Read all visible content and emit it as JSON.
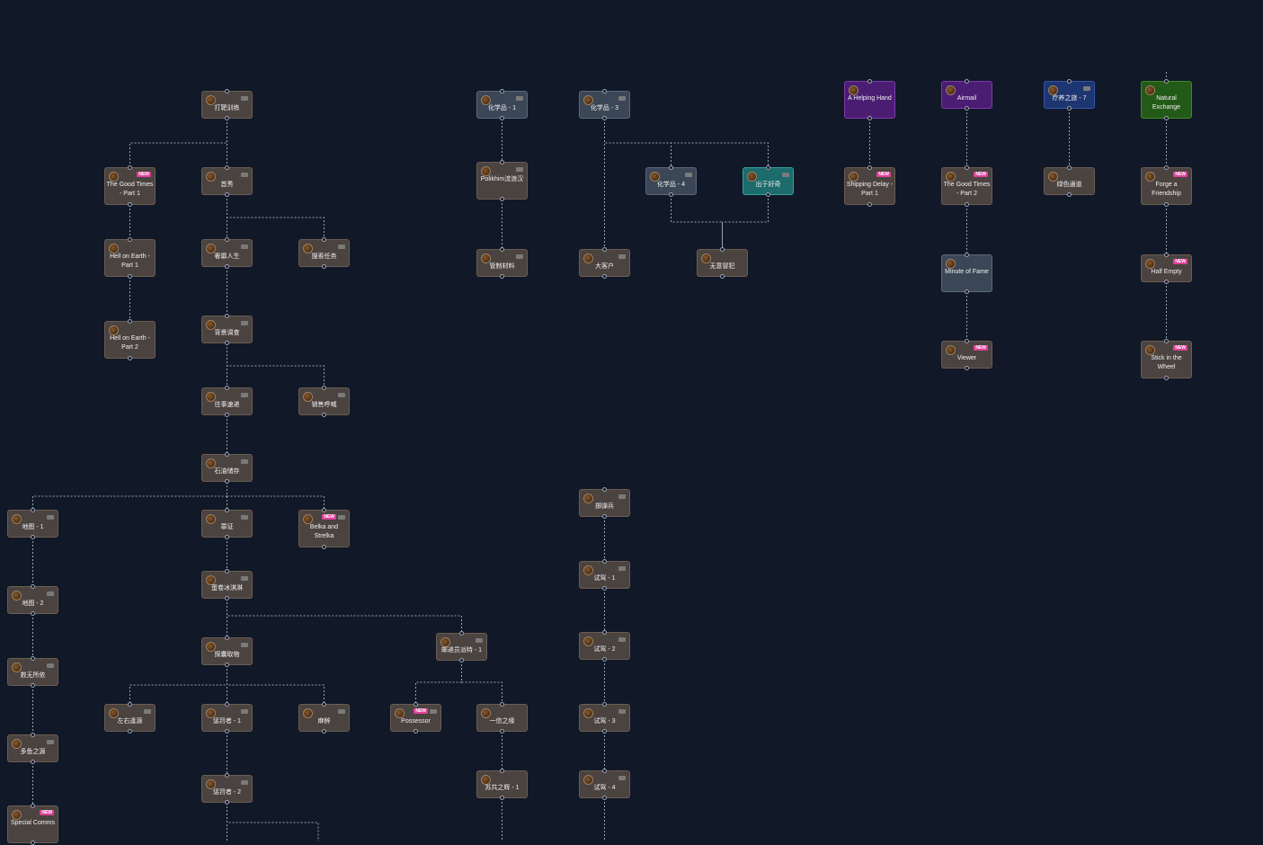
{
  "colors": {
    "background": "#111827",
    "edge": "#9aa3b0",
    "new_badge": "#e0409a"
  },
  "new_badge_label": "NEW",
  "nodes": [
    {
      "id": "n1",
      "label": "打靶训练",
      "style": "brown",
      "chat": true
    },
    {
      "id": "n2",
      "label": "The Good Times - Part 1",
      "style": "brown",
      "new": true
    },
    {
      "id": "n3",
      "label": "首秀",
      "style": "brown",
      "chat": true
    },
    {
      "id": "n4",
      "label": "Hell on Earth - Part 1",
      "style": "brown"
    },
    {
      "id": "n5",
      "label": "奢靡人生",
      "style": "brown",
      "chat": true
    },
    {
      "id": "n6",
      "label": "搜索任务",
      "style": "brown",
      "chat": true
    },
    {
      "id": "n7",
      "label": "Hell on Earth - Part 2",
      "style": "brown"
    },
    {
      "id": "n8",
      "label": "背景调查",
      "style": "brown",
      "chat": true
    },
    {
      "id": "n9",
      "label": "往事速递",
      "style": "brown",
      "chat": true
    },
    {
      "id": "n10",
      "label": "销售呼喊",
      "style": "brown",
      "chat": true
    },
    {
      "id": "n11",
      "label": "石油储存",
      "style": "brown",
      "chat": true
    },
    {
      "id": "n12",
      "label": "地图 - 1",
      "style": "brown",
      "chat": true
    },
    {
      "id": "n13",
      "label": "罪证",
      "style": "brown",
      "chat": true
    },
    {
      "id": "n14",
      "label": "Belka and Strelka",
      "style": "brown",
      "new": true,
      "chat": true
    },
    {
      "id": "n15",
      "label": "地图 - 2",
      "style": "brown",
      "chat": true
    },
    {
      "id": "n16",
      "label": "蛋卷冰淇淋",
      "style": "brown",
      "chat": true
    },
    {
      "id": "n17",
      "label": "探囊取物",
      "style": "brown",
      "chat": true
    },
    {
      "id": "n18",
      "label": "邮递员派特 - 1",
      "style": "brown",
      "chat": true
    },
    {
      "id": "n19",
      "label": "救无所依",
      "style": "brown",
      "chat": true
    },
    {
      "id": "n20",
      "label": "左右逢源",
      "style": "brown",
      "chat": true
    },
    {
      "id": "n21",
      "label": "惩罚者 - 1",
      "style": "brown",
      "chat": true
    },
    {
      "id": "n22",
      "label": "麻醉",
      "style": "brown",
      "chat": true
    },
    {
      "id": "n23",
      "label": "Possessor",
      "style": "brown",
      "new": true,
      "chat": true
    },
    {
      "id": "n24",
      "label": "一信之缘",
      "style": "brown"
    },
    {
      "id": "n25",
      "label": "多鱼之源",
      "style": "brown",
      "chat": true
    },
    {
      "id": "n26",
      "label": "惩罚者 - 2",
      "style": "brown",
      "chat": true
    },
    {
      "id": "n27",
      "label": "苏共之辉 - 1",
      "style": "brown"
    },
    {
      "id": "n28",
      "label": "Special Comms",
      "style": "brown",
      "new": true
    },
    {
      "id": "n29",
      "label": "掷弹兵",
      "style": "brown",
      "chat": true
    },
    {
      "id": "n30",
      "label": "试驾 - 1",
      "style": "brown",
      "chat": true
    },
    {
      "id": "n31",
      "label": "试驾 - 2",
      "style": "brown",
      "chat": true
    },
    {
      "id": "n32",
      "label": "试驾 - 3",
      "style": "brown",
      "chat": true
    },
    {
      "id": "n33",
      "label": "试驾 - 4",
      "style": "brown",
      "chat": true
    },
    {
      "id": "n34",
      "label": "化学品 - 1",
      "style": "slate",
      "chat": true
    },
    {
      "id": "n35",
      "label": "Polikhim流浪汉",
      "style": "brown",
      "chat": true
    },
    {
      "id": "n36",
      "label": "管制材料",
      "style": "brown",
      "chat": true
    },
    {
      "id": "n37",
      "label": "化学品 - 3",
      "style": "slate",
      "chat": true
    },
    {
      "id": "n38",
      "label": "大客户",
      "style": "brown",
      "chat": true
    },
    {
      "id": "n39",
      "label": "化学品 - 4",
      "style": "slate",
      "chat": true
    },
    {
      "id": "n40",
      "label": "出于好奇",
      "style": "teal",
      "chat": true
    },
    {
      "id": "n41",
      "label": "无意冒犯",
      "style": "brown"
    },
    {
      "id": "n42",
      "label": "A Helping Hand",
      "style": "purple"
    },
    {
      "id": "n43",
      "label": "Shipping Delay - Part 1",
      "style": "brown",
      "new": true
    },
    {
      "id": "n44",
      "label": "Airmail",
      "style": "purple"
    },
    {
      "id": "n45",
      "label": "The Good Times - Part 2",
      "style": "brown",
      "new": true
    },
    {
      "id": "n46",
      "label": "Minute of Fame",
      "style": "slate"
    },
    {
      "id": "n47",
      "label": "Viewer",
      "style": "brown",
      "new": true
    },
    {
      "id": "n48",
      "label": "疗养之旅 - 7",
      "style": "blue",
      "chat": true
    },
    {
      "id": "n49",
      "label": "绿色通道",
      "style": "brown"
    },
    {
      "id": "n50",
      "label": "Natural Exchange",
      "style": "green"
    },
    {
      "id": "n51",
      "label": "Forge a Friendship",
      "style": "brown",
      "new": true
    },
    {
      "id": "n52",
      "label": "Half Empty",
      "style": "brown",
      "new": true
    },
    {
      "id": "n53",
      "label": "Stick in the Wheel",
      "style": "brown",
      "new": true
    }
  ],
  "edges": [
    [
      "n1",
      "n2"
    ],
    [
      "n1",
      "n3"
    ],
    [
      "n2",
      "n4"
    ],
    [
      "n4",
      "n7"
    ],
    [
      "n3",
      "n5"
    ],
    [
      "n3",
      "n6"
    ],
    [
      "n5",
      "n8"
    ],
    [
      "n8",
      "n9"
    ],
    [
      "n8",
      "n10"
    ],
    [
      "n9",
      "n11"
    ],
    [
      "n11",
      "n12"
    ],
    [
      "n11",
      "n13"
    ],
    [
      "n11",
      "n14"
    ],
    [
      "n12",
      "n15"
    ],
    [
      "n15",
      "n19"
    ],
    [
      "n19",
      "n25"
    ],
    [
      "n25",
      "n28"
    ],
    [
      "n13",
      "n16"
    ],
    [
      "n16",
      "n17"
    ],
    [
      "n16",
      "n18"
    ],
    [
      "n17",
      "n20"
    ],
    [
      "n17",
      "n21"
    ],
    [
      "n17",
      "n22"
    ],
    [
      "n21",
      "n26"
    ],
    [
      "n18",
      "n23"
    ],
    [
      "n18",
      "n24"
    ],
    [
      "n24",
      "n27"
    ],
    [
      "n29",
      "n30"
    ],
    [
      "n30",
      "n31"
    ],
    [
      "n31",
      "n32"
    ],
    [
      "n32",
      "n33"
    ],
    [
      "n34",
      "n35"
    ],
    [
      "n35",
      "n36"
    ],
    [
      "n37",
      "n38"
    ],
    [
      "n37",
      "n39"
    ],
    [
      "n37",
      "n40"
    ],
    [
      "n39",
      "n41"
    ],
    [
      "n40",
      "n41"
    ],
    [
      "n42",
      "n43"
    ],
    [
      "n44",
      "n45"
    ],
    [
      "n45",
      "n46"
    ],
    [
      "n46",
      "n47"
    ],
    [
      "n48",
      "n49"
    ],
    [
      "n50",
      "n51"
    ],
    [
      "n51",
      "n52"
    ],
    [
      "n52",
      "n53"
    ]
  ]
}
